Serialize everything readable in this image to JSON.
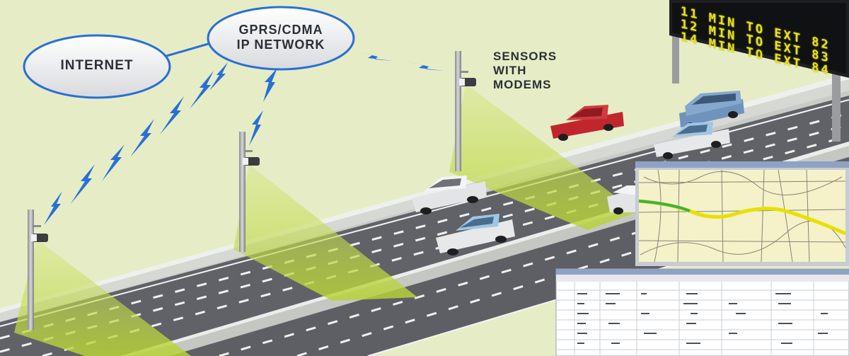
{
  "network": {
    "internet_label": "INTERNET",
    "gprs_line1": "GPRS/CDMA",
    "gprs_line2": "IP NETWORK"
  },
  "sensors_label": [
    "SENSORS",
    "WITH",
    "MODEMS"
  ],
  "message_sign": {
    "lines": [
      "11 MIN TO EXT 82",
      "12 MIN TO EXT 83",
      "14 MIN TO EXT 84"
    ]
  },
  "colors": {
    "background": "#e6edc6",
    "road": "#5f6166",
    "sensor_beam": "#b7d236",
    "signal_bolt": "#2a6fd6",
    "sign_text": "#e8e021",
    "map_route": "#e7e000"
  },
  "icons": [
    "signal-bolt-icon",
    "sensor-camera-icon",
    "cloud-icon",
    "car-icon",
    "pickup-truck-icon",
    "minivan-icon"
  ]
}
